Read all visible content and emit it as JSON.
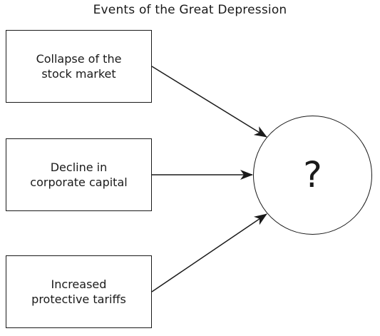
{
  "diagram": {
    "title": "Events of the Great Depression",
    "causes": [
      {
        "lines": [
          "Collapse of the",
          "stock market"
        ]
      },
      {
        "lines": [
          "Decline in",
          "corporate capital"
        ]
      },
      {
        "lines": [
          "Increased",
          "protective tariffs"
        ]
      }
    ],
    "result": "?"
  }
}
